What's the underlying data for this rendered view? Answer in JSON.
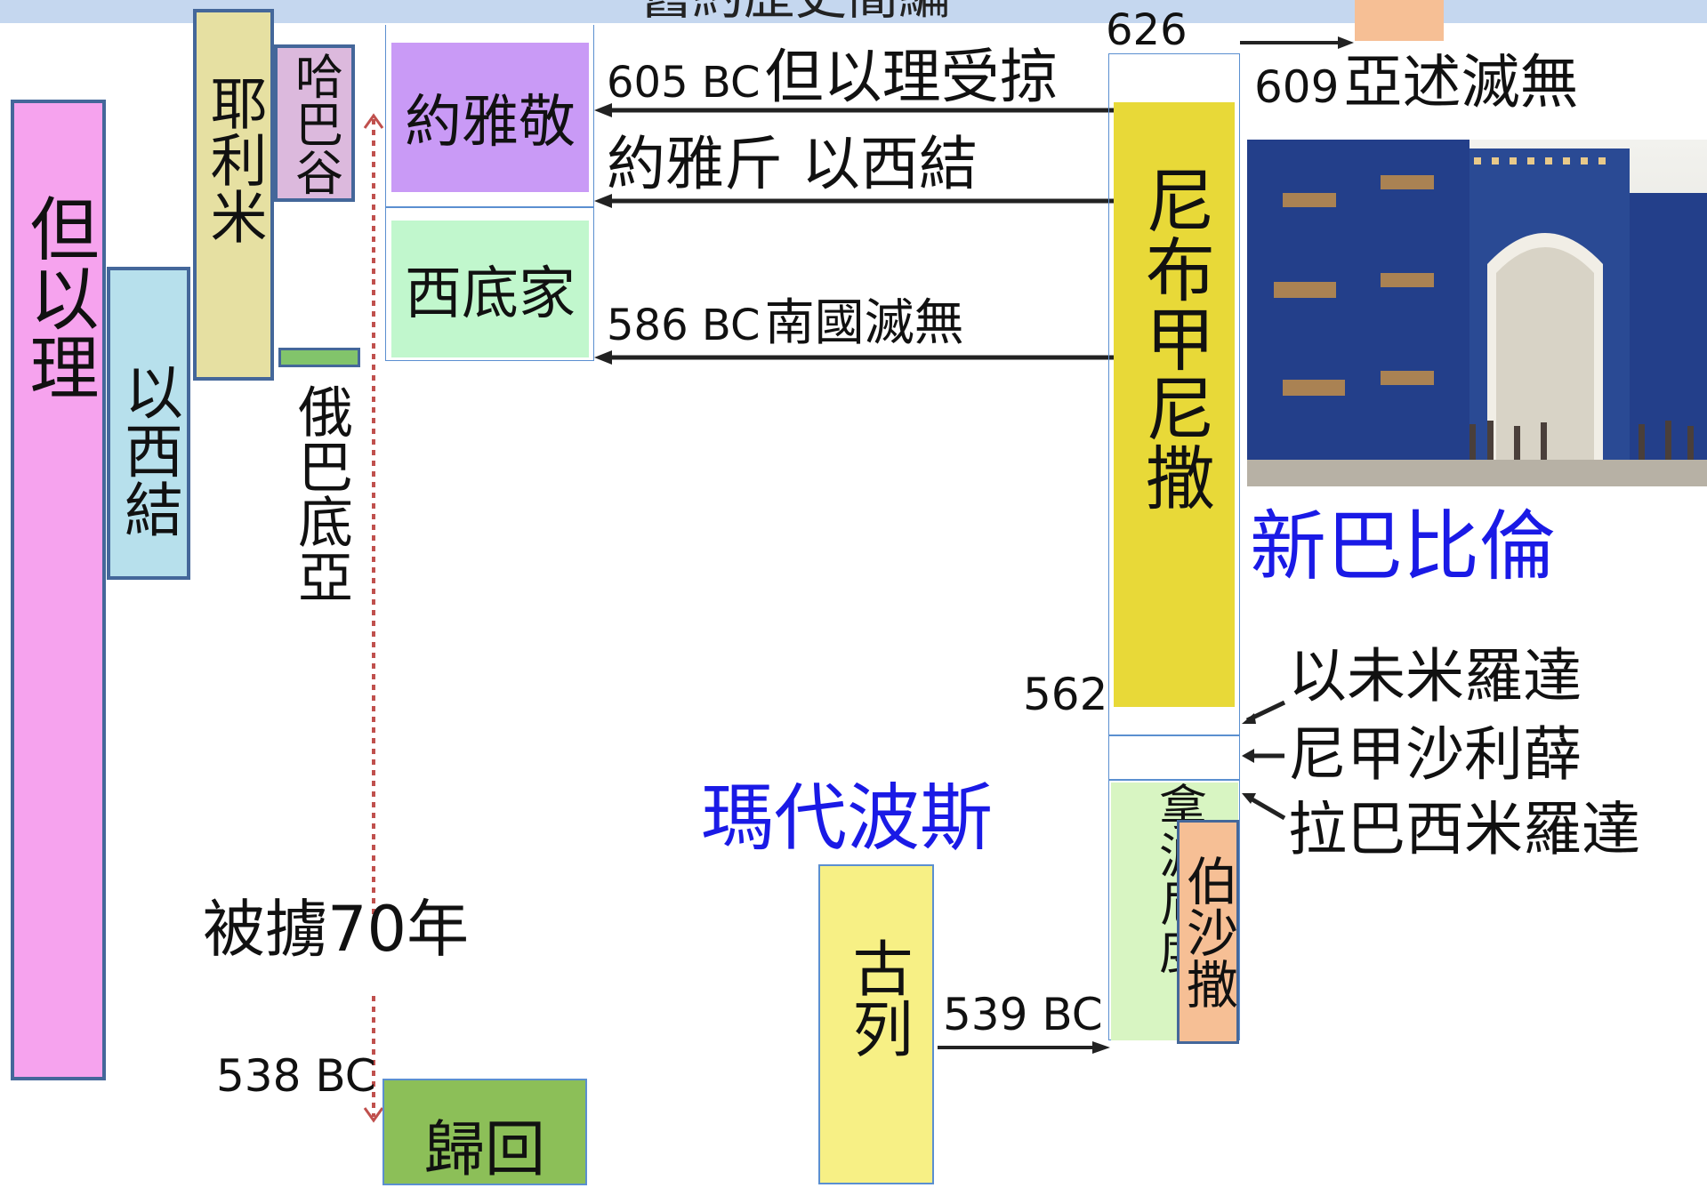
{
  "header": {
    "title": "舊約歷史簡編",
    "color": "#c5d7ef"
  },
  "prophets": {
    "daniel": {
      "label": "但以理",
      "color": "#f6a3ee"
    },
    "ezekiel": {
      "label": "以西結",
      "color": "#b7e0ec"
    },
    "jeremiah": {
      "label": "耶利米",
      "color": "#e6e0a2"
    },
    "habakkuk": {
      "label": "哈巴谷",
      "color": "#dcb9dd"
    },
    "obadiah": {
      "label": "俄巴底亞"
    }
  },
  "kings": {
    "jehoiakim": {
      "label": "約雅敬",
      "color": "#c99af6"
    },
    "zedekiah": {
      "label": "西底家",
      "color": "#c1f7cd"
    },
    "return": {
      "label": "歸回",
      "color": "#8cbf58"
    }
  },
  "events": {
    "e605": {
      "year": "605 BC",
      "text": "但以理受掠"
    },
    "e597": {
      "text": "約雅斤 以西結"
    },
    "e586": {
      "year": "586 BC",
      "text": "南國滅無"
    },
    "e609": {
      "year": "609",
      "text": "亞述滅無"
    }
  },
  "babylon": {
    "start_year": "626",
    "end_year": "562",
    "king": "尼布甲尼撒",
    "king_color": "#e8d938",
    "empire": "新巴比倫",
    "empire_color": "#1a1ae6",
    "successors": [
      "以未米羅達",
      "尼甲沙利薛",
      "拉巴西米羅達"
    ],
    "nabonidus": {
      "label": "拿波尼度",
      "color": "#d8f5c2"
    },
    "belshazzar": {
      "label": "伯沙撒",
      "color": "#f6bf95"
    }
  },
  "persia": {
    "empire": "瑪代波斯",
    "cyrus": {
      "label": "古列",
      "color": "#f7f085"
    },
    "year": "539 BC"
  },
  "captivity": {
    "label": "被擄70年",
    "year": "538 BC",
    "arrow_color": "#c0504d"
  },
  "photo": {
    "description": "ishtar-gate-photo"
  }
}
